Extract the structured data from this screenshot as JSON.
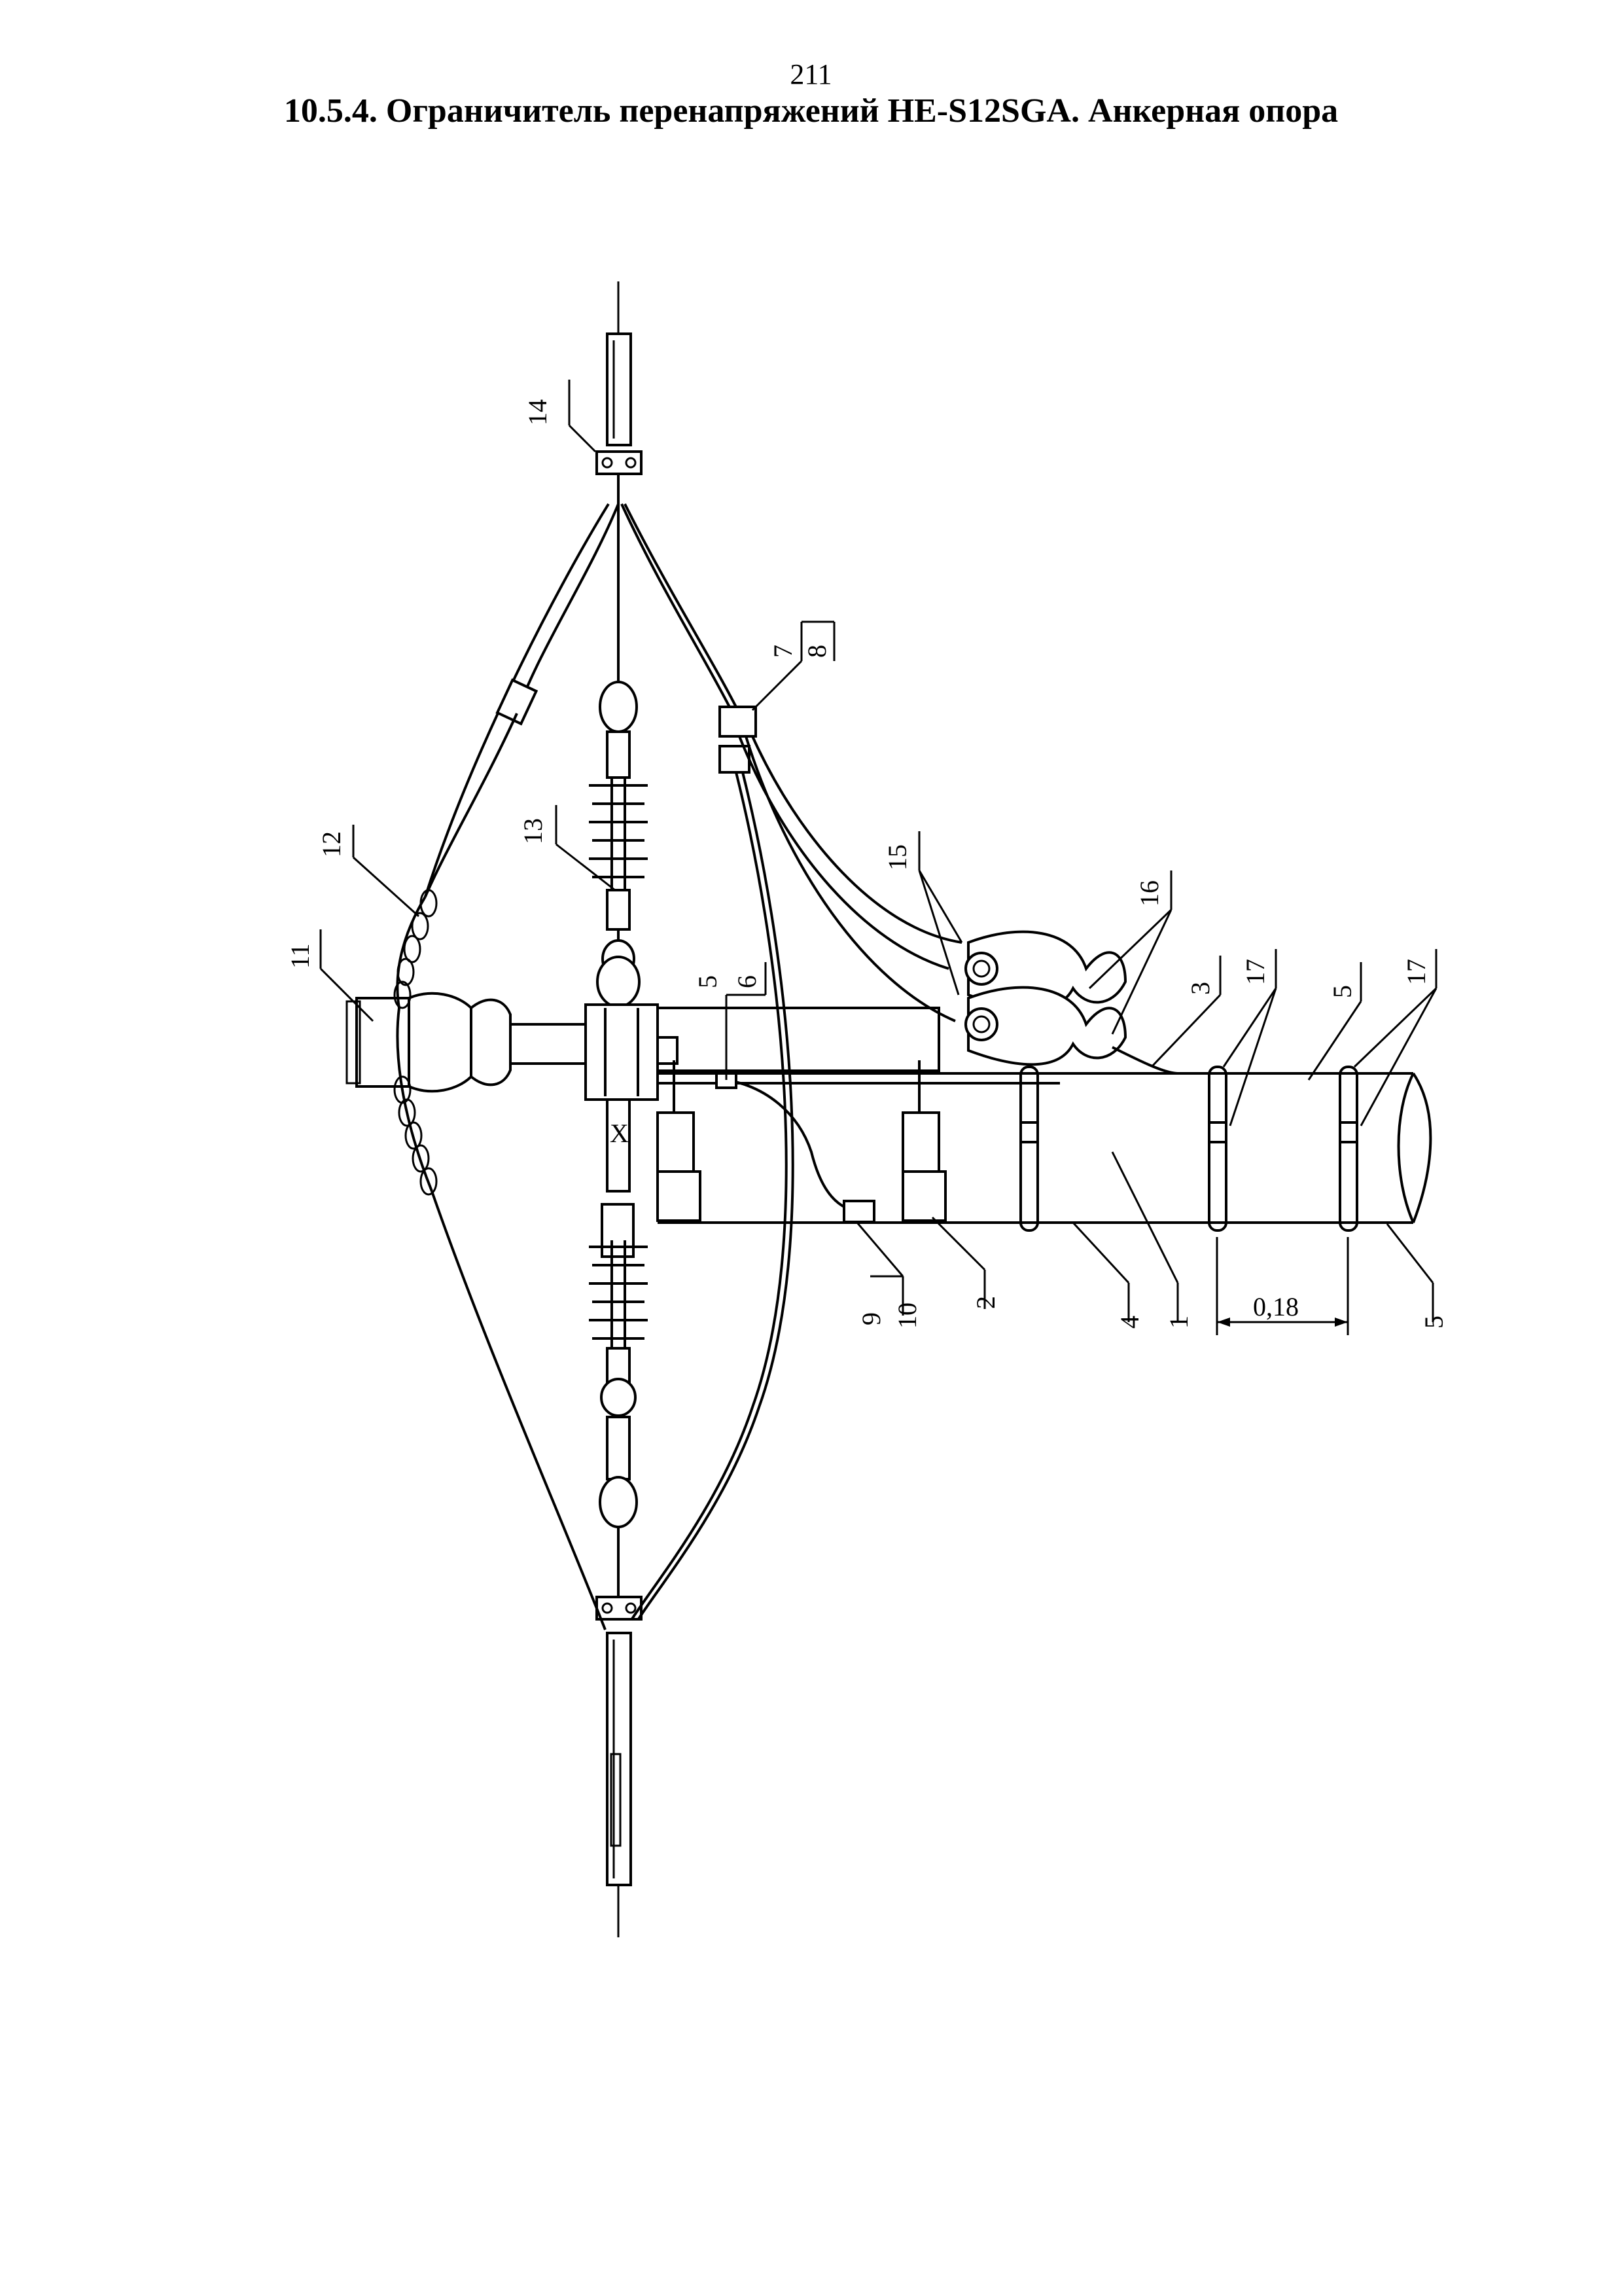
{
  "page": {
    "number": "211",
    "title": "10.5.4. Ограничитель перенапряжений НЕ-S12SGA. Анкерная опора"
  },
  "drawing": {
    "callouts": [
      "1",
      "2",
      "3",
      "4",
      "5",
      "6",
      "7",
      "8",
      "9",
      "10",
      "11",
      "12",
      "13",
      "14",
      "15",
      "16",
      "17"
    ],
    "dimension": "0,18"
  }
}
